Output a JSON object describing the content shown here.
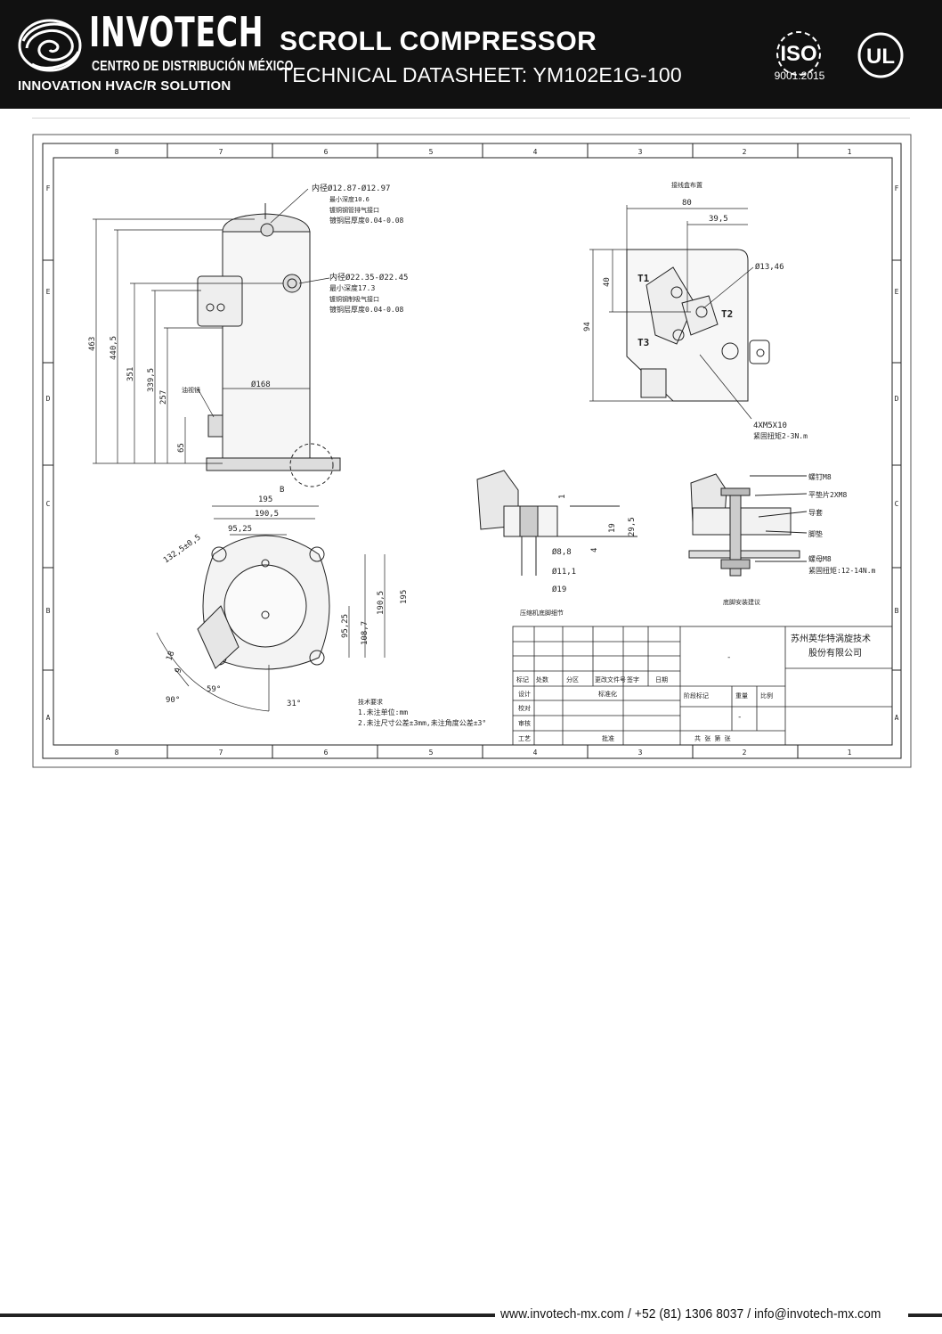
{
  "header": {
    "brand": "INVOTECH",
    "brand_sub": "CENTRO DE DISTRIBUCIÓN MÉXICO",
    "tagline": "INNOVATION HVAC/R SOLUTION",
    "title": "SCROLL COMPRESSOR",
    "subtitle": "TECHNICAL DATASHEET: YM102E1G-100",
    "iso_text": "ISO",
    "iso_year": "9001:2015",
    "ul_text": "UL",
    "logo_icon": "swirl-logo-icon"
  },
  "drawing": {
    "col_labels": [
      "8",
      "7",
      "6",
      "5",
      "4",
      "3",
      "2",
      "1"
    ],
    "row_labels": [
      "F",
      "E",
      "D",
      "C",
      "B",
      "A"
    ],
    "dims_side": {
      "d463": "463",
      "d4405": "440,5",
      "d351": "351",
      "d3395": "339,5",
      "d257": "257",
      "d65": "65",
      "d168": "Ø168",
      "oil_sight": "油视镜",
      "detail_b": "B"
    },
    "discharge": {
      "l1": "内径Ø12.87-Ø12.97",
      "l2": "最小深度10.6",
      "l3": "镀铜钢管排气接口",
      "l4": "镀铜层厚度0.04-0.08"
    },
    "suction": {
      "l1": "内径Ø22.35-Ø22.45",
      "l2": "最小深度17.3",
      "l3": "镀铜钢制吸气接口",
      "l4": "镀铜层厚度0.04-0.08"
    },
    "terminal": {
      "title": "接线盒布置",
      "d80": "80",
      "d395": "39,5",
      "d40": "40",
      "d94": "94",
      "d1346": "Ø13,46",
      "t1": "T1",
      "t2": "T2",
      "t3": "T3",
      "screw": "4XM5X10",
      "torque": "紧固扭矩2-3N.m"
    },
    "base": {
      "d195": "195",
      "d1905": "190,5",
      "d9525": "95,25",
      "d1325": "132,5±0,5",
      "v1905": "190,5",
      "v195": "195",
      "v9525": "95,25",
      "v1087": "108,7",
      "d18": "18",
      "d9": "9",
      "a90": "90°",
      "a59": "59°",
      "a31": "31°"
    },
    "foot_detail": {
      "d1": "1",
      "d4": "4",
      "d19": "19",
      "d295": "29,5",
      "d88": "Ø8,8",
      "d111": "Ø11,1",
      "d19b": "Ø19",
      "caption": "压缩机底脚细节"
    },
    "mount": {
      "bolt": "螺钉M8",
      "washer": "平垫片2XM8",
      "sleeve": "导套",
      "pad": "脚垫",
      "nut": "螺母M8",
      "torque": "紧固扭矩:12-14N.m",
      "caption": "底脚安装建议"
    },
    "notes": {
      "title": "技术要求",
      "n1": "1.未注单位:mm",
      "n2": "2.未注尺寸公差±3mm,未注角度公差±3°"
    },
    "title_block": {
      "company1": "苏州英华特涡旋技术",
      "company2": "股份有限公司",
      "dash": "-",
      "dash2": "-",
      "h_mark": "标记",
      "h_count": "处数",
      "h_zone": "分区",
      "h_doc": "更改文件号",
      "h_sign": "签字",
      "h_date": "日期",
      "r_design": "设计",
      "r_check": "校对",
      "r_review": "审核",
      "r_process": "工艺",
      "r_standard": "标准化",
      "r_approve": "批准",
      "h_stage": "阶段标记",
      "h_weight": "重量",
      "h_scale": "比例",
      "sheets": "共  张  第  张"
    }
  },
  "footer": {
    "contact": "www.invotech-mx.com / +52 (81) 1306 8037 / info@invotech-mx.com"
  }
}
